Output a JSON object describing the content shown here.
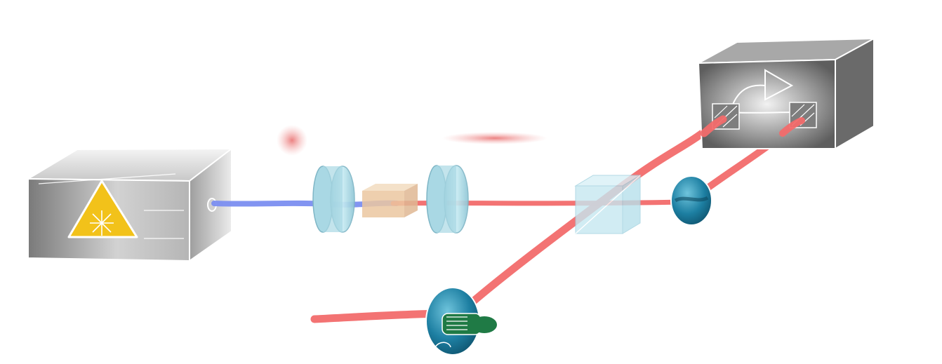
{
  "diagram": {
    "type": "optical-setup",
    "text_labels": [],
    "components": [
      {
        "id": "laser-source",
        "icon": "laser-warning-icon"
      },
      {
        "id": "lens-1",
        "icon": "lens-icon"
      },
      {
        "id": "nonlinear-crystal",
        "icon": "crystal-icon"
      },
      {
        "id": "lens-2",
        "icon": "lens-icon"
      },
      {
        "id": "beam-splitter",
        "icon": "cube-icon"
      },
      {
        "id": "mirror",
        "icon": "mirror-icon"
      },
      {
        "id": "adjustable-mirror",
        "icon": "knob-mirror-icon"
      },
      {
        "id": "balanced-detector",
        "icon": "amplifier-icon"
      }
    ],
    "colors": {
      "pump_beam": "#7b8ef0",
      "signal_beam": "#f26b6b",
      "lens_glass": "#a9d8e4",
      "crystal": "#e8c49a",
      "mirror": "#1f7fa0",
      "knob": "#1f7a45",
      "warning": "#f2c21a",
      "housing": "#8a8a8a"
    }
  }
}
